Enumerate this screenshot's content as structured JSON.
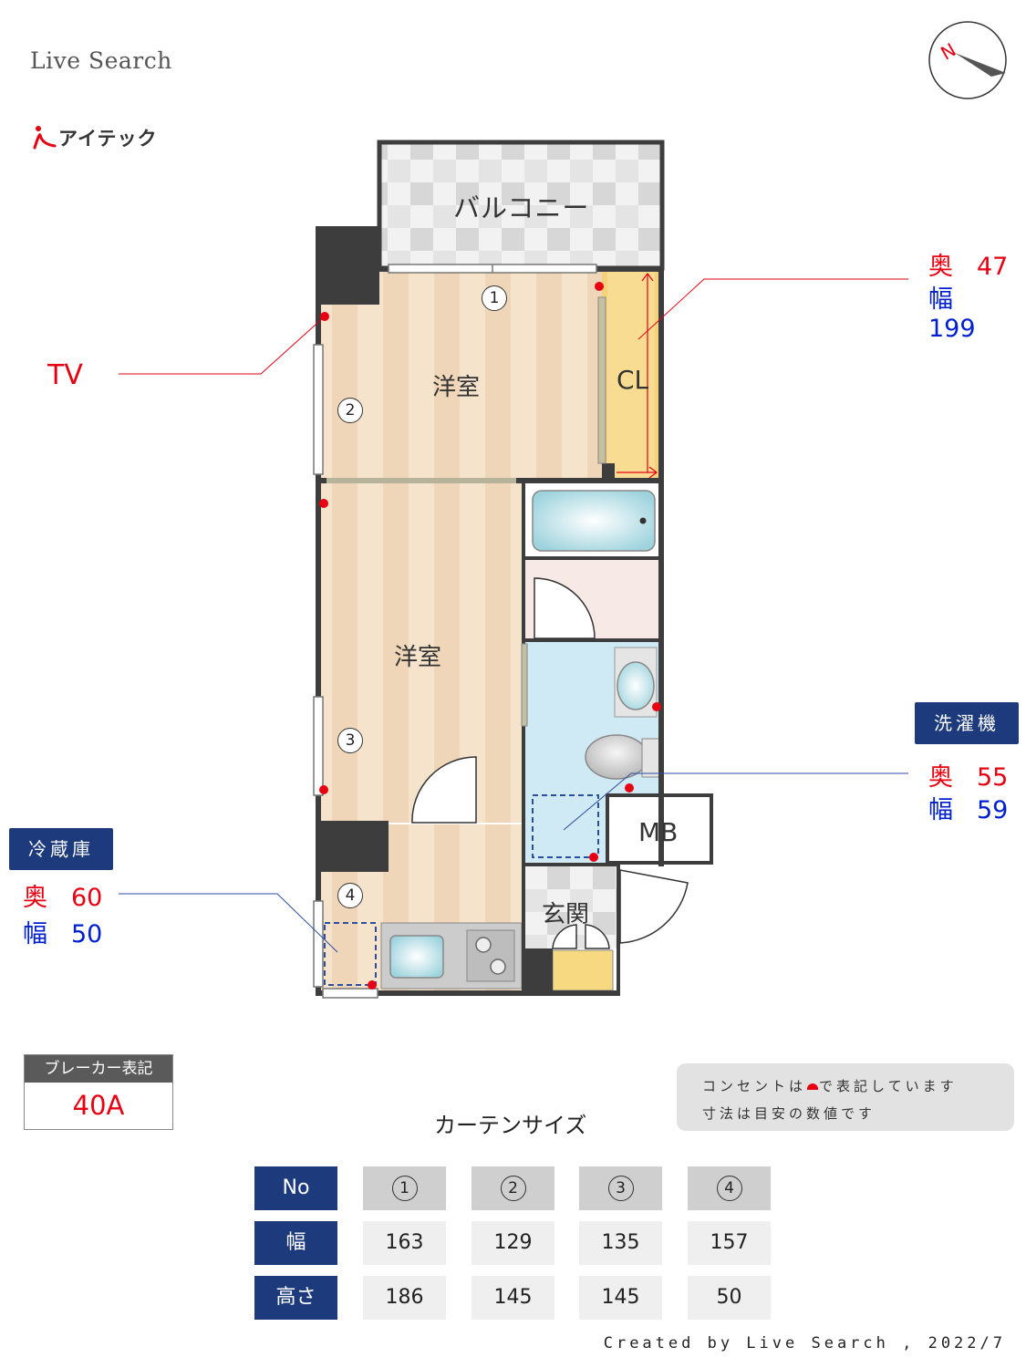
{
  "brand": "Live Search",
  "logo_text": "アイテック",
  "compass_label": "N",
  "rooms": {
    "balcony": "バルコニー",
    "western_room_1": "洋室",
    "western_room_2": "洋室",
    "closet": "CL",
    "mb": "MB",
    "entrance": "玄関"
  },
  "window_markers": [
    "1",
    "2",
    "3",
    "4"
  ],
  "tv_label": "TV",
  "closet_dims": {
    "depth_label": "奥",
    "depth": "47",
    "width_label": "幅",
    "width": "199"
  },
  "washer": {
    "title": "洗濯機",
    "depth_label": "奥",
    "depth": "55",
    "width_label": "幅",
    "width": "59"
  },
  "fridge": {
    "title": "冷蔵庫",
    "depth_label": "奥",
    "depth": "60",
    "width_label": "幅",
    "width": "50"
  },
  "breaker": {
    "label": "ブレーカー表記",
    "value": "40A"
  },
  "note": {
    "line1_a": "コンセントは",
    "line1_b": "で表記しています",
    "line2": "寸法は目安の数値です"
  },
  "curtain": {
    "title": "カーテンサイズ",
    "row_headers": [
      "No",
      "幅",
      "高さ"
    ],
    "columns": [
      {
        "no": "1",
        "width": "163",
        "height": "186"
      },
      {
        "no": "2",
        "width": "129",
        "height": "145"
      },
      {
        "no": "3",
        "width": "135",
        "height": "145"
      },
      {
        "no": "4",
        "width": "157",
        "height": "50"
      }
    ]
  },
  "credit": "Created by Live Search , 2022/7",
  "colors": {
    "accent_red": "#e60012",
    "accent_blue": "#0020d0",
    "navy": "#1d3b7c",
    "floor": "#f3dcc0",
    "wall": "#3d3d3d"
  }
}
